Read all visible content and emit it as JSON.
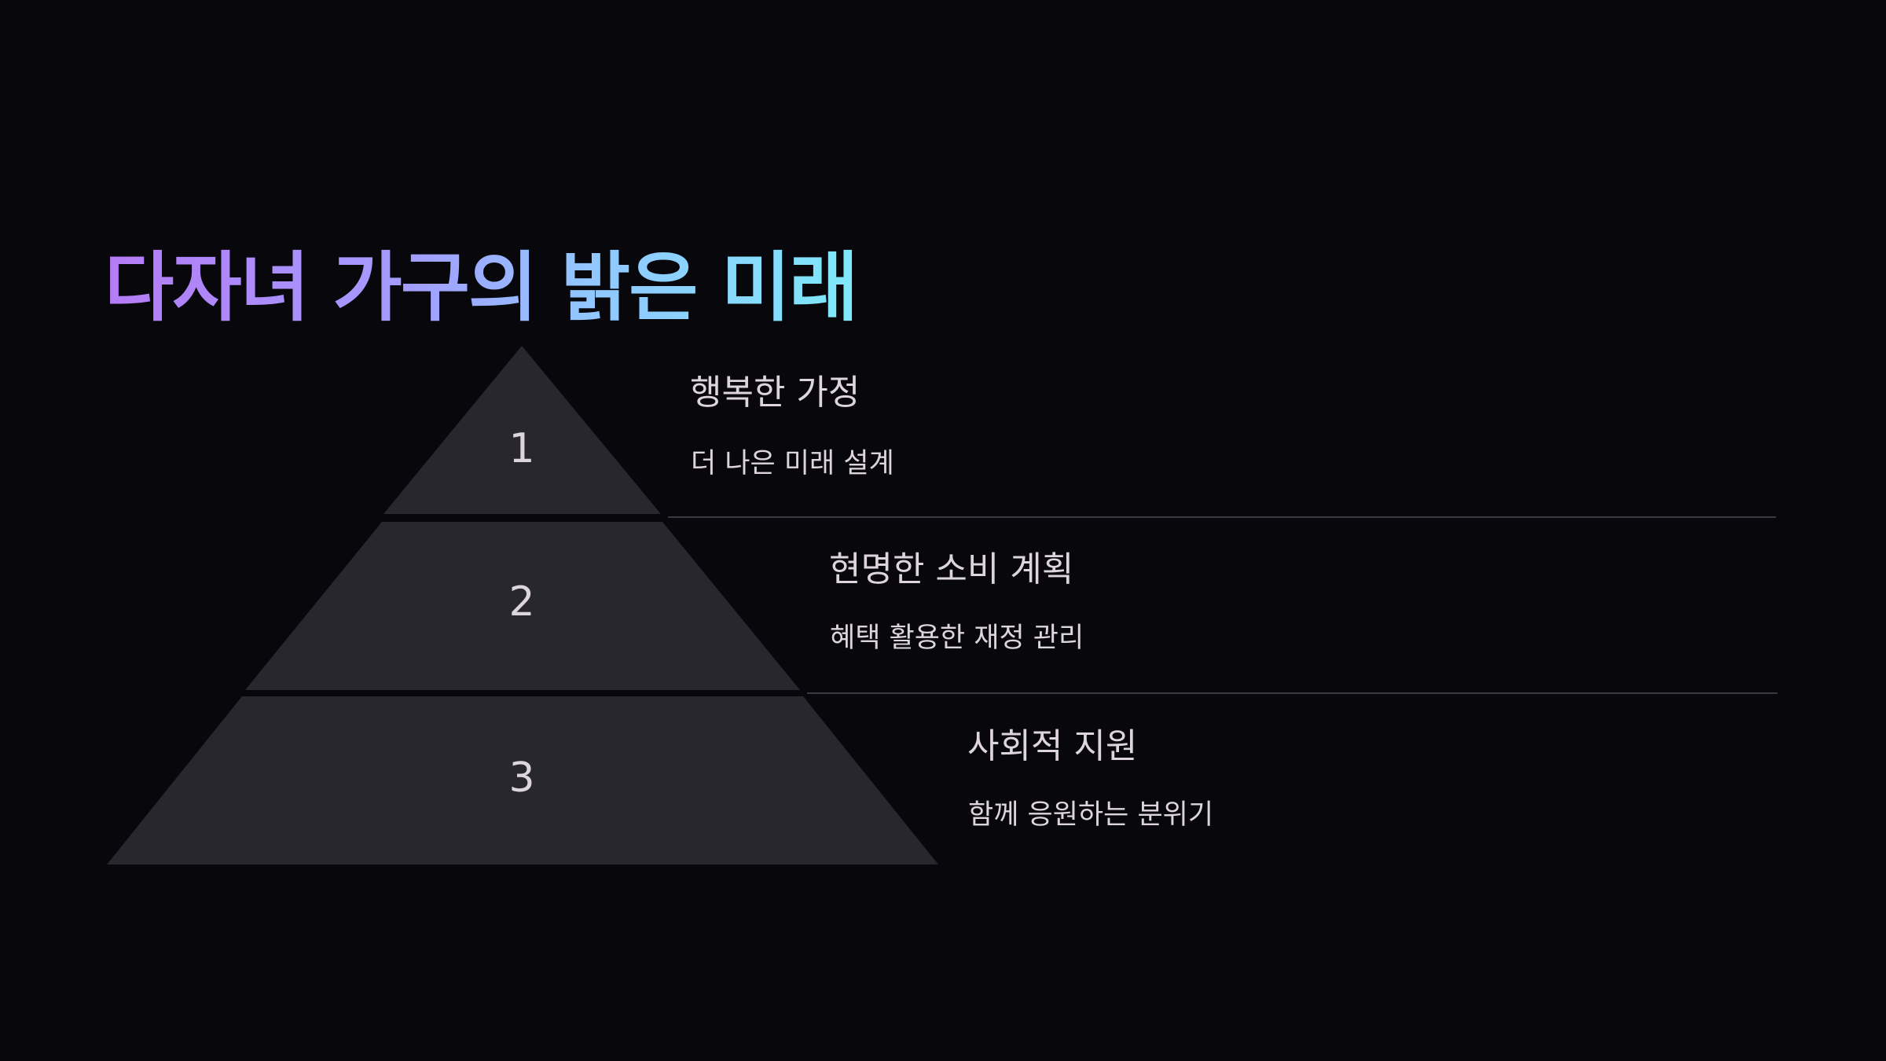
{
  "slide": {
    "title": "다자녀 가구의 밝은 미래",
    "title_gradient": [
      "#b57bf5",
      "#a39cff",
      "#93c4ff",
      "#7fe9fa"
    ],
    "background": "#08080c",
    "tier_color": "#27272d",
    "divider_color": "#3a3a42",
    "text_color": "#ddd5dd"
  },
  "pyramid": {
    "tiers": [
      {
        "number": "1",
        "heading": "행복한 가정",
        "description": "더 나은 미래 설계"
      },
      {
        "number": "2",
        "heading": "현명한 소비 계획",
        "description": "혜택 활용한 재정 관리"
      },
      {
        "number": "3",
        "heading": "사회적 지원",
        "description": "함께 응원하는 분위기"
      }
    ]
  }
}
